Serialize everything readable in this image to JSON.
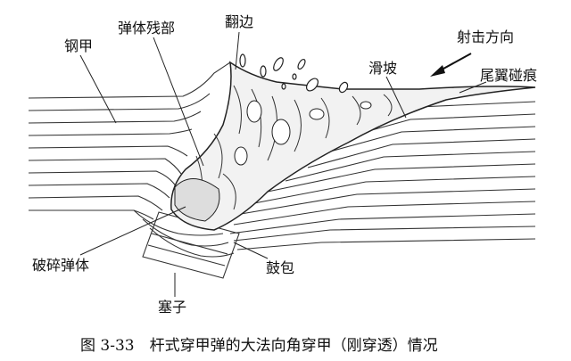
{
  "labels": {
    "steel_plate": "钢甲",
    "projectile_remnant": "弹体残部",
    "petal": "翻边",
    "fire_direction": "射击方向",
    "glide_slope": "滑坡",
    "fin_scratch": "尾翼碰痕",
    "fractured_projectile": "破碎弹体",
    "bulge": "鼓包",
    "plug": "塞子"
  },
  "caption": "图 3-33　杆式穿甲弹的大法向角穿甲（刚穿透）情况"
}
